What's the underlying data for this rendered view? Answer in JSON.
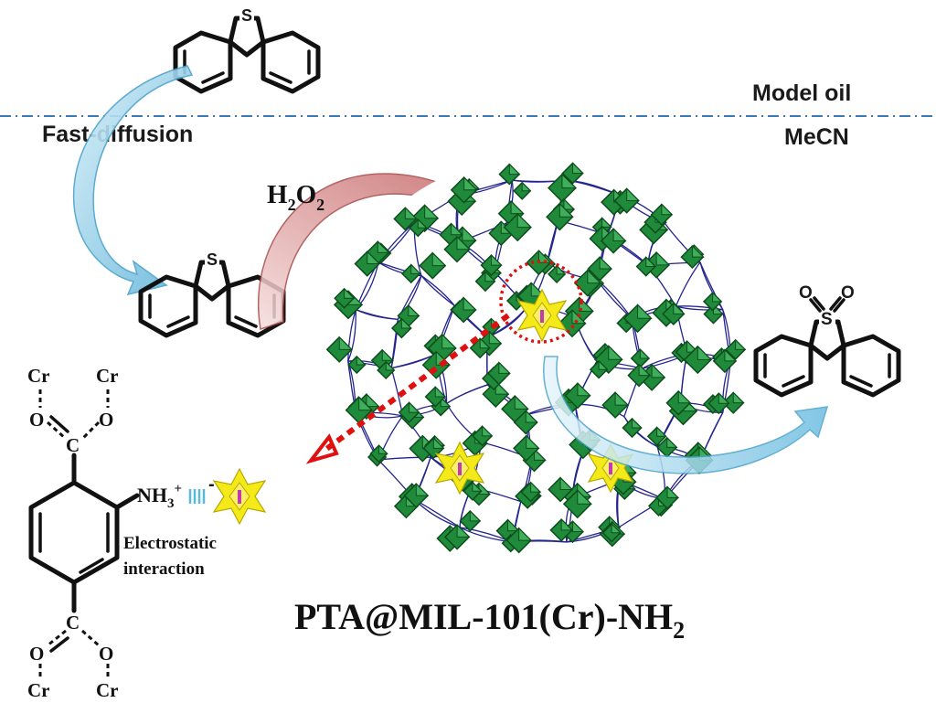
{
  "phases": {
    "top": "Model oil",
    "bottom": "MeCN"
  },
  "labels": {
    "fast_diffusion": "Fast-diffusion",
    "h2o2_main": "H",
    "h2o2_sub1": "2",
    "h2o2_mid": "O",
    "h2o2_sub2": "2",
    "electrostatic_line1": "Electrostatic",
    "electrostatic_line2": "interaction",
    "nh3_main": "NH",
    "nh3_sub": "3",
    "nh3_sup": "+",
    "minus": "-"
  },
  "linker_atoms": {
    "cr": "Cr",
    "o": "O",
    "c": "C"
  },
  "sulfone_atoms": {
    "s": "S",
    "o": "O"
  },
  "dbt_atom": "S",
  "caption": {
    "main": "PTA@MIL-101(Cr)-NH",
    "sub": "2"
  },
  "colors": {
    "framework_green": "#1f8a3a",
    "linker_blue": "#24248f",
    "pta_yellow": "#f4ea1a",
    "arrow_blue": "#7ec8e3",
    "arrow_red": "#c96a6a",
    "dashed_red": "#e01010",
    "phase_line": "#3a78b8"
  }
}
